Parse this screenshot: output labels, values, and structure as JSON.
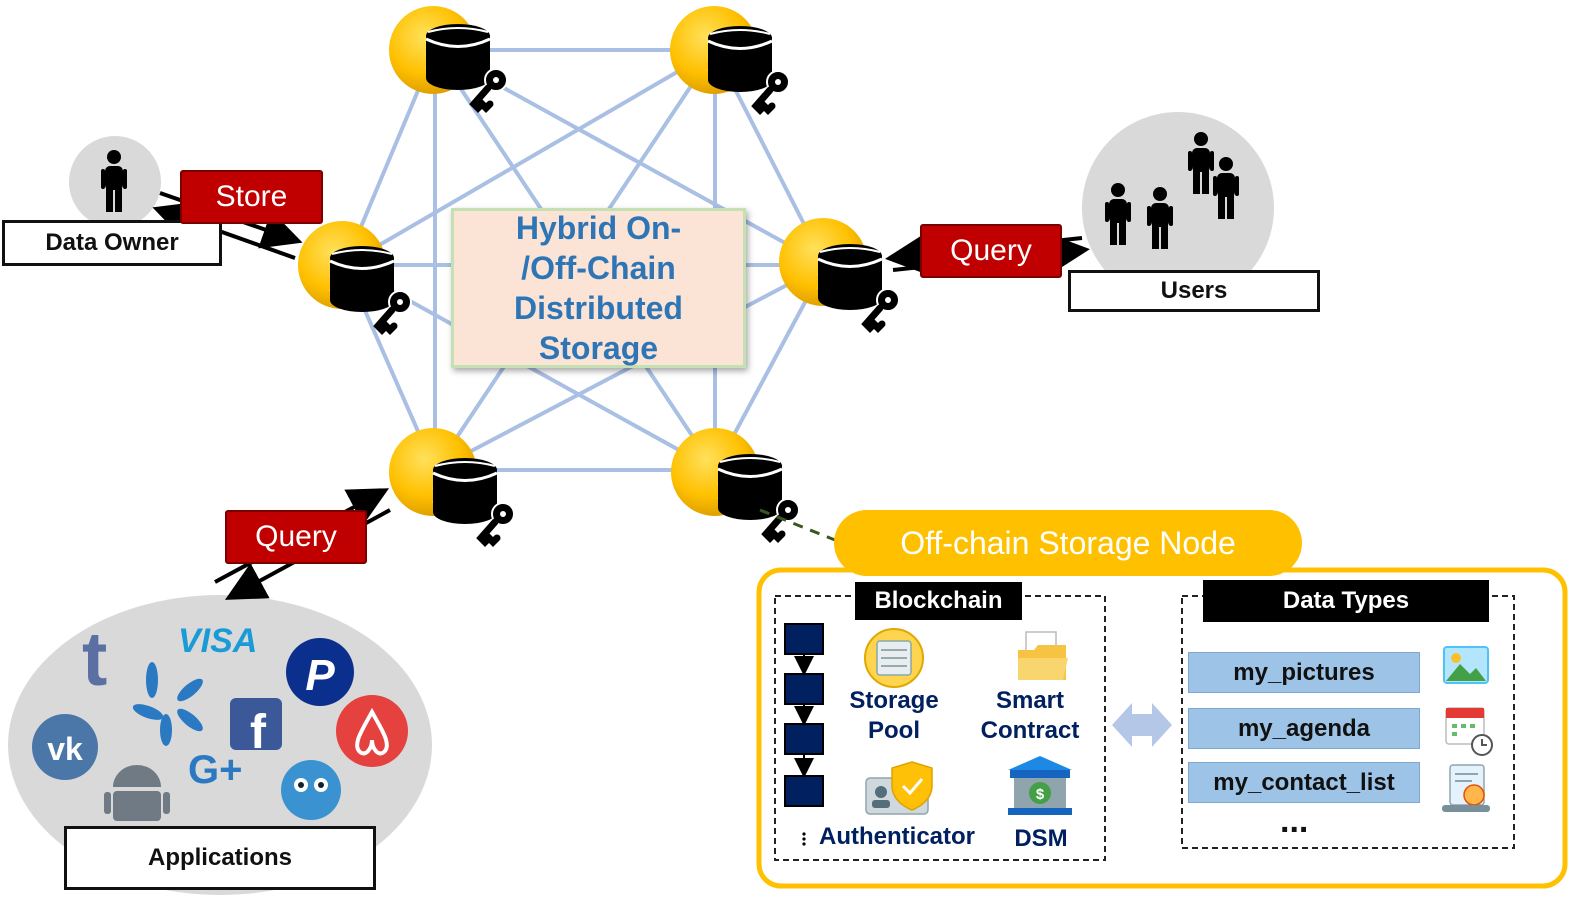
{
  "center_title": [
    "Hybrid On-",
    "/Off-Chain",
    "Distributed",
    "Storage"
  ],
  "data_owner": {
    "label": "Data Owner",
    "action": "Store"
  },
  "users": {
    "label": "Users",
    "action": "Query"
  },
  "applications": {
    "label": "Applications",
    "action": "Query",
    "brands": [
      "VISA",
      "t",
      "f",
      "G+"
    ]
  },
  "offchain": {
    "title": "Off-chain Storage Node",
    "blockchain": {
      "header": "Blockchain",
      "components": {
        "storage_pool": [
          "Storage",
          "Pool"
        ],
        "smart_contract": [
          "Smart",
          "Contract"
        ],
        "authenticator": "Authenticator",
        "dsm": "DSM"
      }
    },
    "data_types": {
      "header": "Data Types",
      "items": [
        "my_pictures",
        "my_agenda",
        "my_contact_list"
      ],
      "ellipsis": "..."
    }
  },
  "colors": {
    "node_gold": "#ffc000",
    "red_tag": "#c00000",
    "center_text": "#2e75b6",
    "mesh_line": "#a9bfe3",
    "navy": "#002060",
    "pill": "#9dc3e6"
  }
}
